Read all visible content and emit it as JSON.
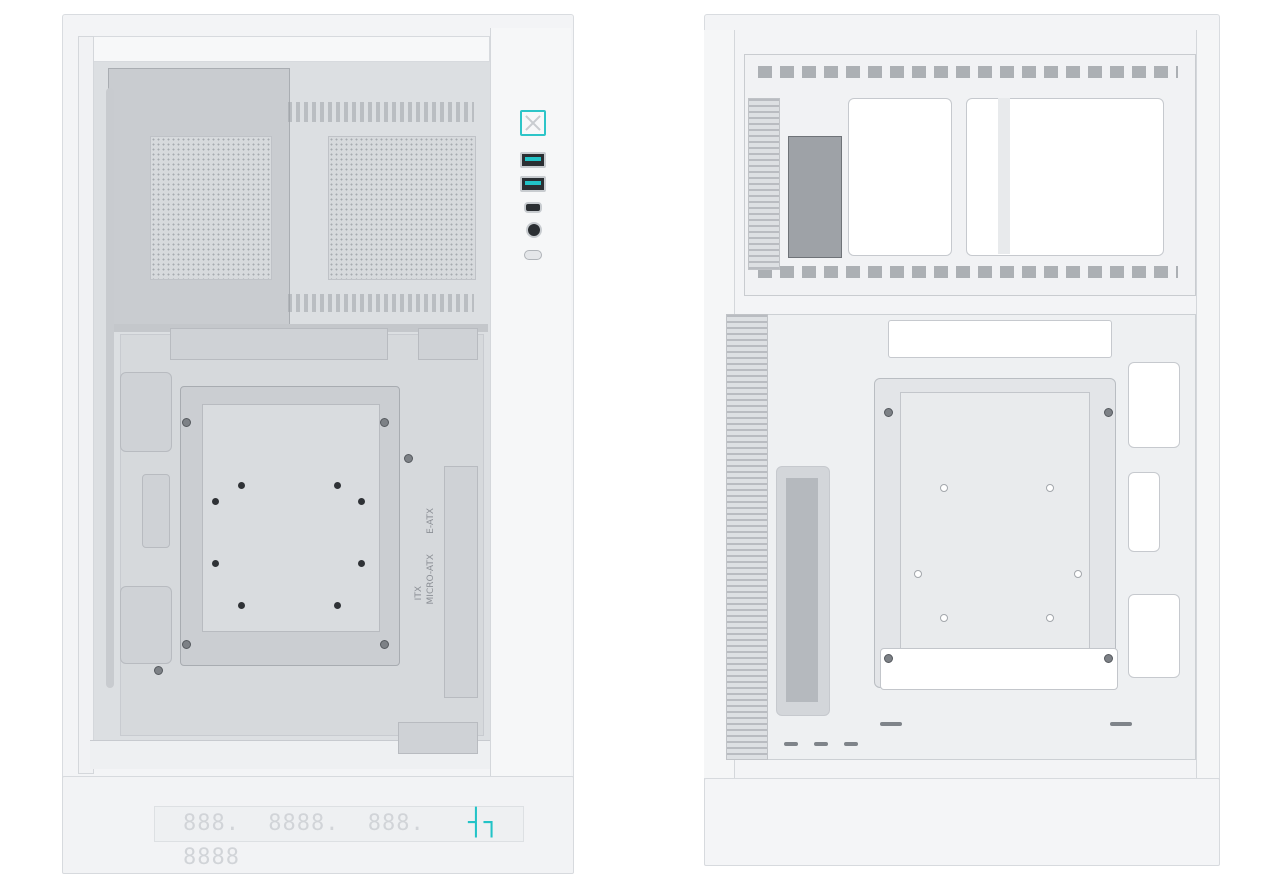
{
  "front_case": {
    "lcd_readouts": [
      "888.",
      "8888.",
      "888.",
      "8888"
    ],
    "brand_mark": "┤┐",
    "motherboard_labels": [
      "ITX",
      "MICRO-ATX",
      "E-ATX"
    ]
  },
  "colors": {
    "accent": "#22c3c7",
    "shell": "#f3f4f6",
    "inner_panel": "#e3e5e8"
  }
}
